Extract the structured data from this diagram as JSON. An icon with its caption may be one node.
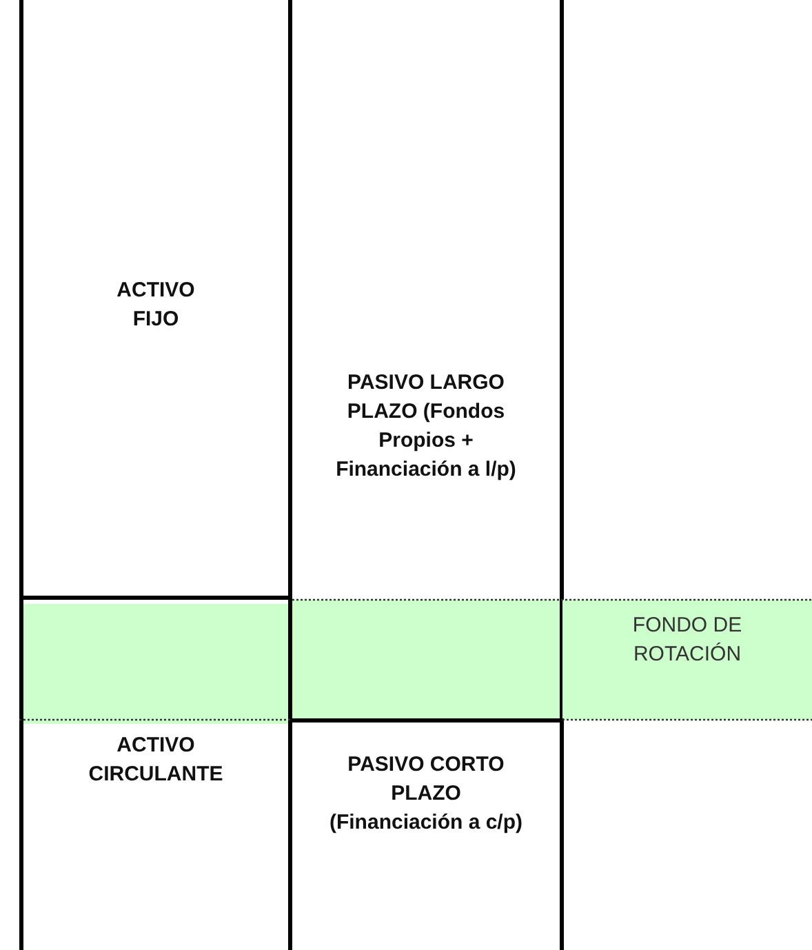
{
  "diagram": {
    "nodes": [
      {
        "text": [
          "ACTIVO FIJO"
        ]
      },
      {
        "text": [
          "PASIVO LARGO PLAZO (Fondos Propios + Financiación a l/p)"
        ]
      },
      {
        "text": [
          "FONDO DE ROTACIÓN"
        ]
      },
      {
        "text": [
          "ACTIVO CIRCULANTE"
        ]
      },
      {
        "text": [
          "PASIVO CORTO PLAZO (Financiación a c/p)"
        ]
      }
    ]
  }
}
